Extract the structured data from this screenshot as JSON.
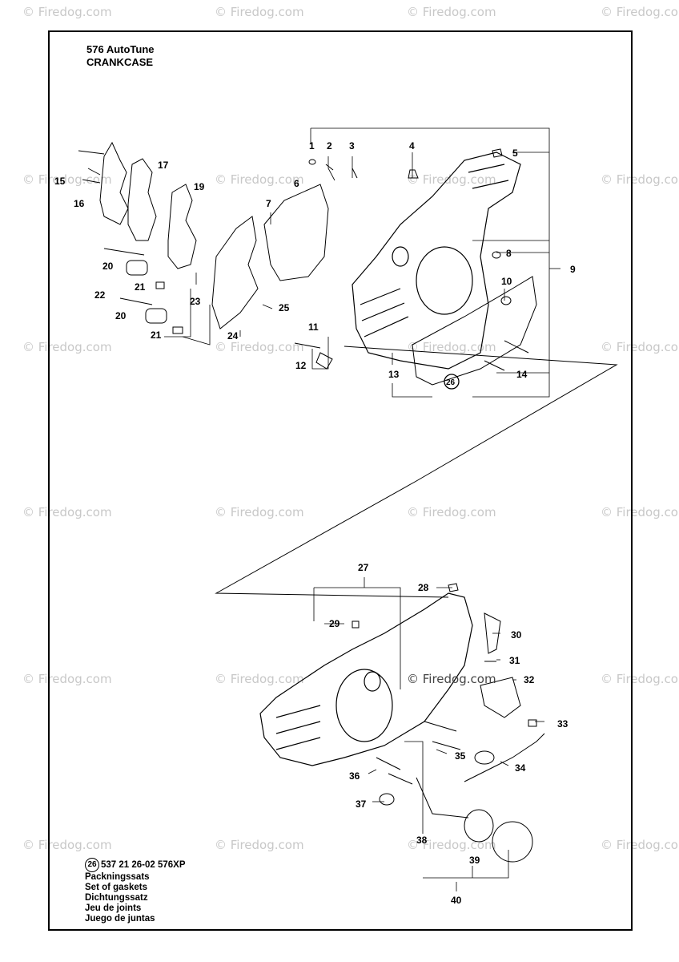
{
  "header": {
    "model": "576 AutoTune",
    "section": "CRANKCASE"
  },
  "watermark": {
    "text": "© Firedog.com",
    "color": "#c8c8c8"
  },
  "inline_watermark": "© Firedog.com",
  "callouts": [
    "1",
    "2",
    "3",
    "4",
    "5",
    "6",
    "7",
    "8",
    "9",
    "10",
    "11",
    "12",
    "13",
    "14",
    "15",
    "16",
    "17",
    "19",
    "20",
    "20",
    "21",
    "21",
    "22",
    "23",
    "24",
    "25",
    "26",
    "27",
    "28",
    "29",
    "30",
    "31",
    "32",
    "33",
    "34",
    "35",
    "36",
    "37",
    "38",
    "39",
    "40"
  ],
  "legend": {
    "badge": "26",
    "part_number": "537 21 26-02 576XP",
    "lines": [
      "Packningssats",
      "Set of gaskets",
      "Dichtungssatz",
      "Jeu de joints",
      "Juego de juntas"
    ]
  }
}
